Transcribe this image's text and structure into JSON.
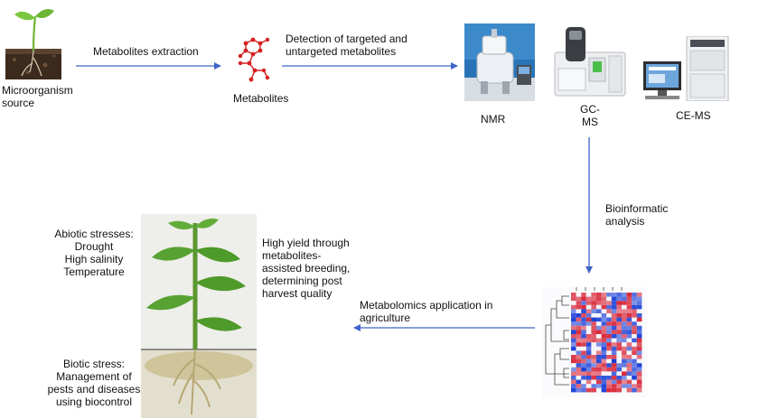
{
  "nodes": {
    "source": {
      "lines": [
        "Microorganism",
        "source"
      ],
      "icon": "seedling-soil-icon"
    },
    "metabolites": {
      "label": "Metabolites",
      "icon": "molecule-structure-icon",
      "color": "#d42020"
    },
    "nmr": {
      "label": "NMR",
      "icon": "nmr-spectrometer-icon"
    },
    "gcms": {
      "lines": [
        "GC-",
        "MS"
      ],
      "icon": "gc-ms-instrument-icon"
    },
    "cems": {
      "label": "CE-MS",
      "icon": "ce-ms-instrument-icon"
    },
    "heatmap": {
      "icon": "heatmap-dendrogram-icon",
      "colors": {
        "high": "#d8283a",
        "low": "#1b3fd6",
        "mid": "#f2f2f6"
      }
    },
    "plant": {
      "icon": "plant-roots-icon"
    }
  },
  "edges": {
    "extraction": {
      "label": "Metabolites extraction"
    },
    "detection": {
      "lines": [
        "Detection of targeted and",
        "untargeted  metabolites"
      ]
    },
    "bioinformatic": {
      "lines": [
        "Bioinformatic",
        "analysis"
      ]
    },
    "application": {
      "lines": [
        "Metabolomics application in",
        "agriculture"
      ]
    }
  },
  "notes": {
    "abiotic": {
      "lines": [
        "Abiotic stresses:",
        "Drought",
        "High salinity",
        "Temperature"
      ]
    },
    "yield": {
      "lines": [
        "High yield through",
        "metabolites-",
        "assisted breeding,",
        "determining post",
        "harvest quality"
      ]
    },
    "biotic": {
      "lines": [
        "Biotic stress:",
        "Management of",
        "pests and diseases",
        "using biocontrol"
      ]
    }
  },
  "colors": {
    "arrow": "#3e64c8",
    "leaf": "#4e9a2a",
    "stem": "#5b9630",
    "soil": "#b7a773"
  }
}
